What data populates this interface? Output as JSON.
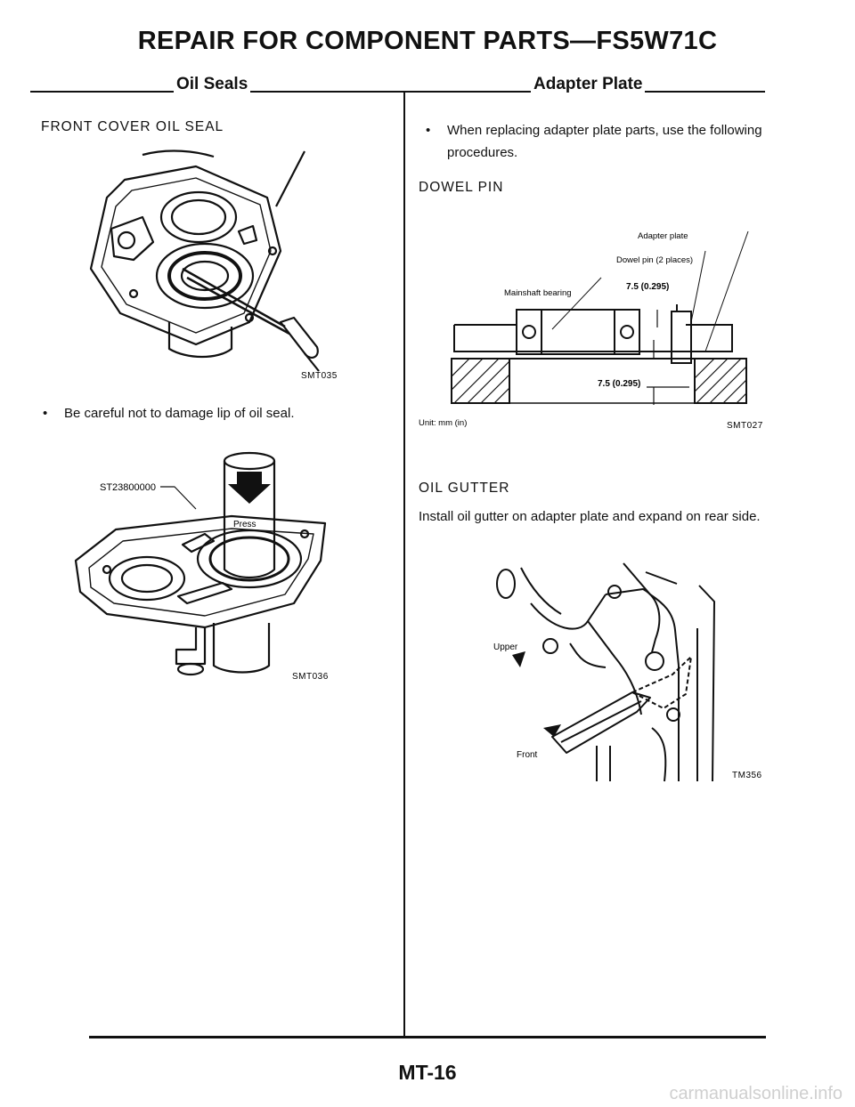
{
  "page": {
    "title": "REPAIR FOR COMPONENT PARTS—FS5W71C",
    "footer": "MT-16",
    "watermark": "carmanualsonline.info"
  },
  "left": {
    "section_title": "Oil Seals",
    "heading": "FRONT COVER OIL SEAL",
    "fig1_code": "SMT035",
    "bullet": "Be careful not to damage lip of oil seal.",
    "fig2_code": "SMT036",
    "fig2_tool": "ST23800000",
    "fig2_press": "Press"
  },
  "right": {
    "section_title": "Adapter Plate",
    "bullet": "When replacing adapter plate parts, use the following procedures.",
    "dowel_heading": "DOWEL PIN",
    "dowel_fig": {
      "adapter_plate": "Adapter plate",
      "dowel_pin": "Dowel pin (2 places)",
      "mainshaft_bearing": "Mainshaft bearing",
      "dim_top": "7.5 (0.295)",
      "dim_bottom": "7.5 (0.295)",
      "unit": "Unit: mm (in)",
      "code": "SMT027"
    },
    "gutter_heading": "OIL GUTTER",
    "gutter_text": "Install oil gutter on adapter plate and expand on rear side.",
    "gutter_fig": {
      "upper": "Upper",
      "front": "Front",
      "code": "TM356"
    }
  }
}
